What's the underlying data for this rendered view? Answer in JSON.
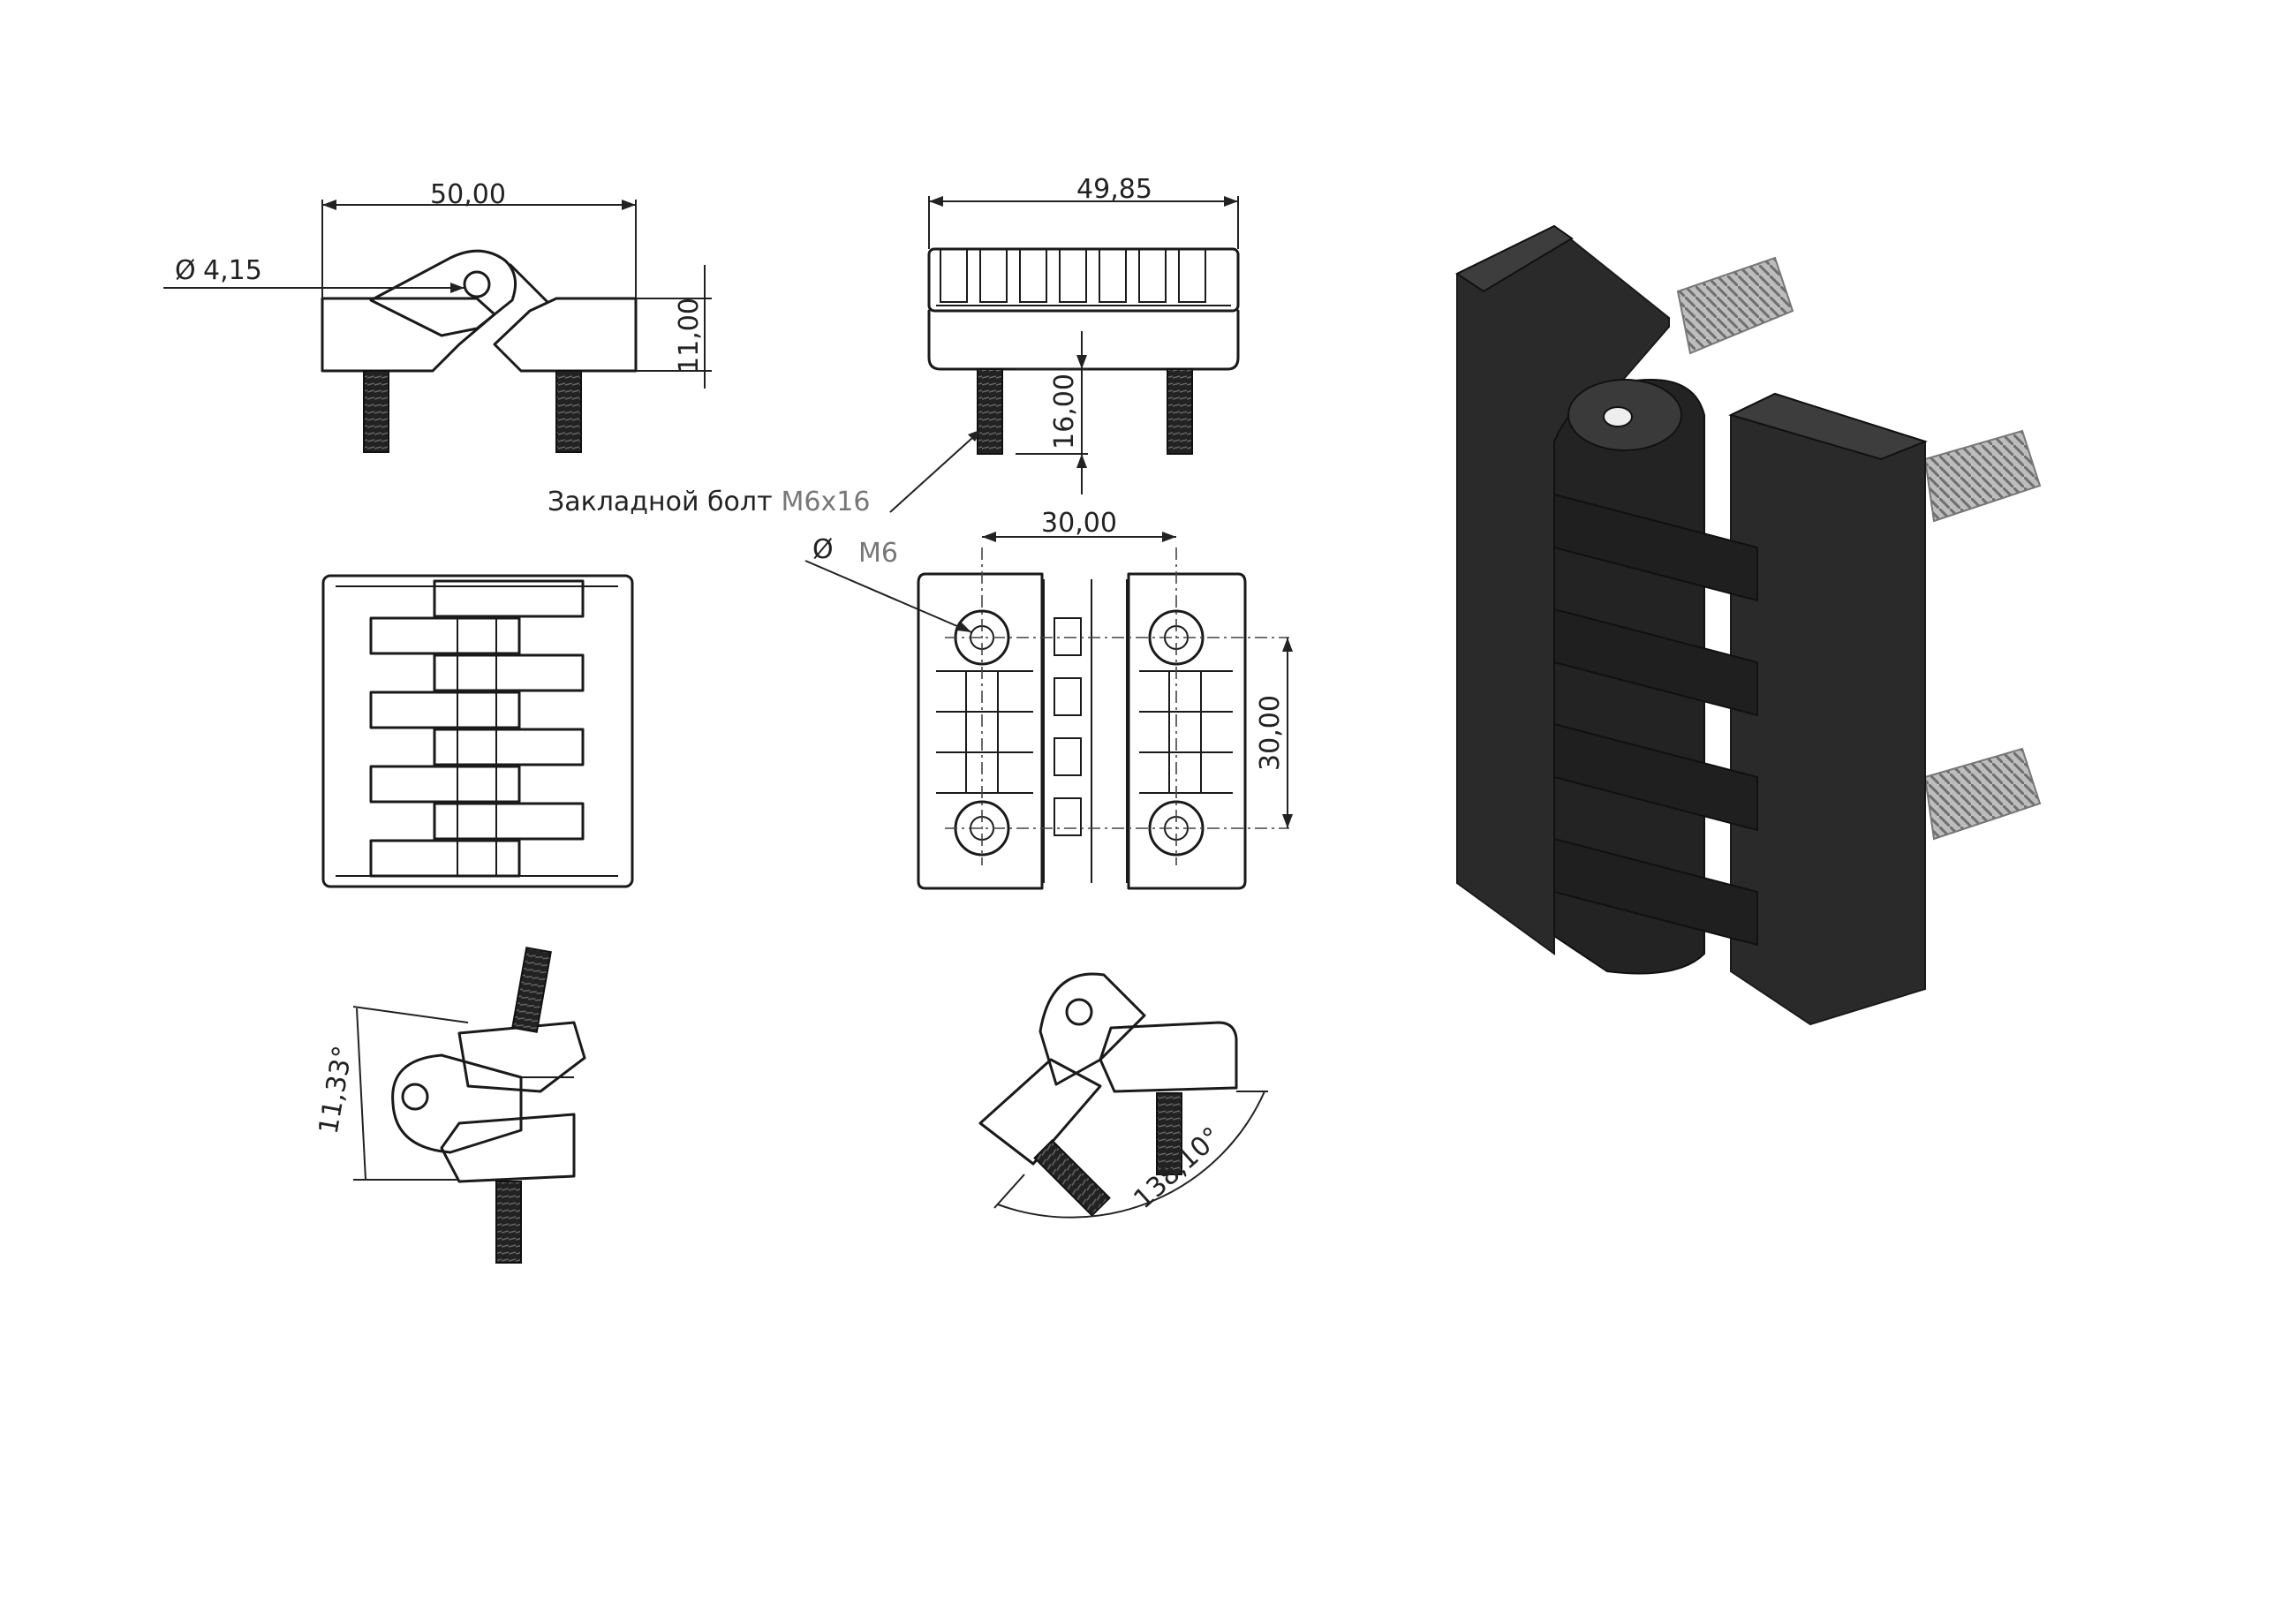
{
  "dimensions": {
    "front_width": "50,00",
    "pin_hole": "4,15",
    "diameter_symbol": "Ø",
    "body_height": "11,00",
    "top_width": "49,85",
    "bolt_length": "16,00",
    "hole_spacing_x": "30,00",
    "hole_spacing_y": "30,00",
    "thread": "M6",
    "angle_min": "11,33°",
    "angle_max": "138,10°"
  },
  "labels": {
    "bolt_prefix": "Закладной болт",
    "bolt_size": "M6x16"
  },
  "colors": {
    "line": "#1a1a1a",
    "body_render": "#2a2a2a",
    "stud_render": "#9a9a9a"
  }
}
